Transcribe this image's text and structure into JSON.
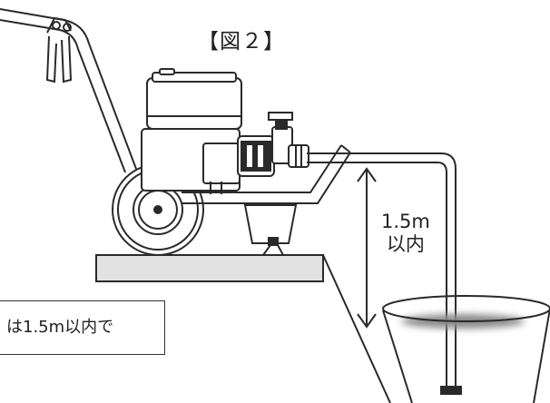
{
  "figure": {
    "title": "【図２】",
    "height_label_line1": "1.5m",
    "height_label_line2": "以内",
    "note": "は1.5m以内で"
  },
  "colors": {
    "line": "#2a2a2a",
    "ground": "#e0e0e0",
    "water": "#888888"
  },
  "icons": [
    "pressure-washer-icon",
    "wheel-icon",
    "hose-icon",
    "bucket-icon",
    "double-arrow-icon"
  ]
}
